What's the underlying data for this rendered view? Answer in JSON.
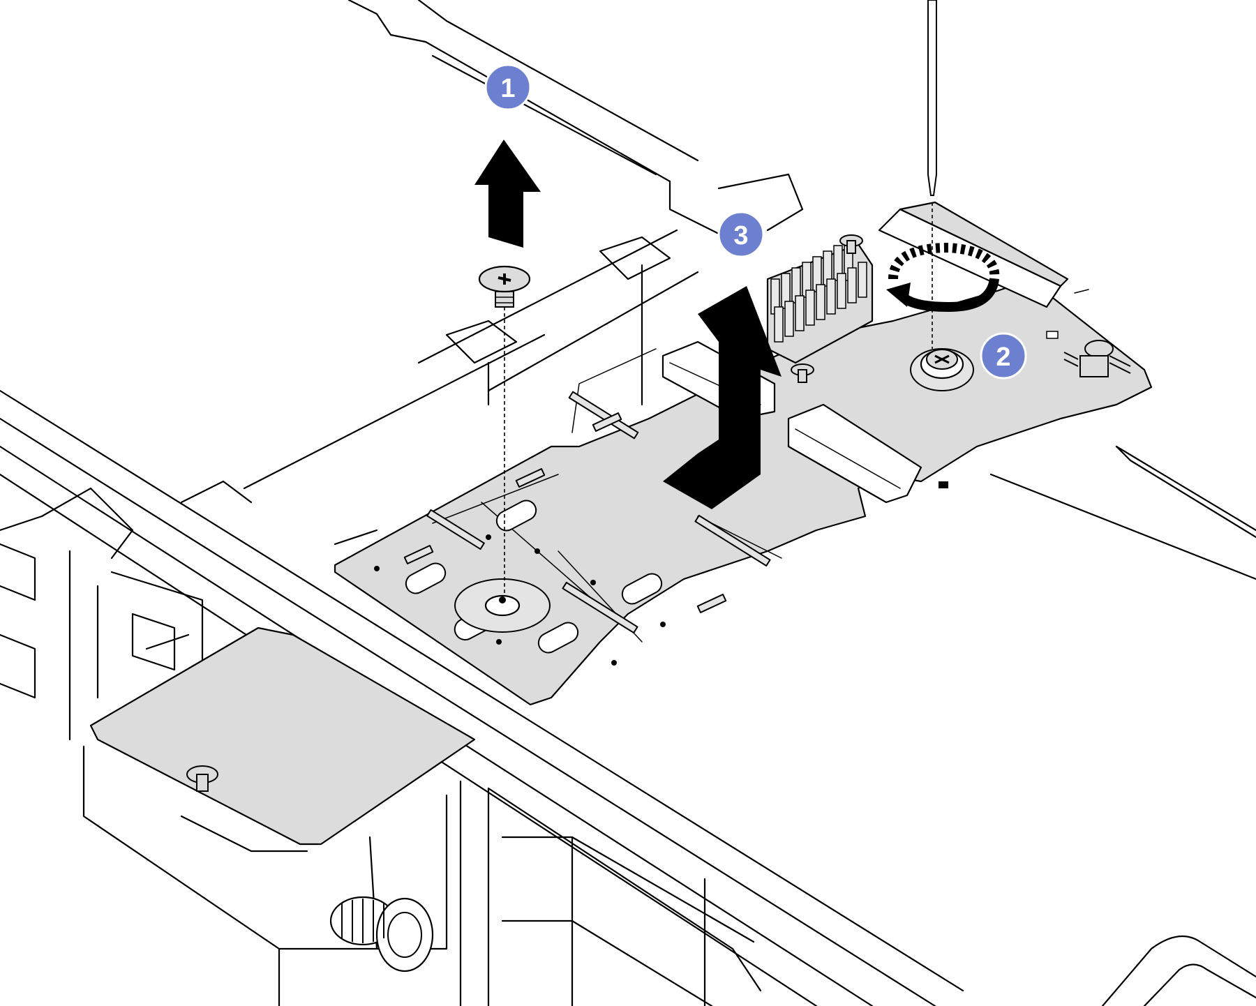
{
  "callouts": [
    {
      "label": "1",
      "color": "#6d80cf"
    },
    {
      "label": "2",
      "color": "#6d80cf"
    },
    {
      "label": "3",
      "color": "#6d80cf"
    }
  ],
  "colors": {
    "callout": "#6d80cf",
    "metal": "#dcdcdc",
    "line": "#000000",
    "background": "#ffffff"
  },
  "icons": {
    "lift_arrow_1": "arrow-up-icon",
    "rotate_arrow_2": "rotate-counterclockwise-icon",
    "lift_arrow_3": "arrow-up-bent-icon",
    "screw": "phillips-screw-icon",
    "screwdriver": "screwdriver-icon"
  }
}
